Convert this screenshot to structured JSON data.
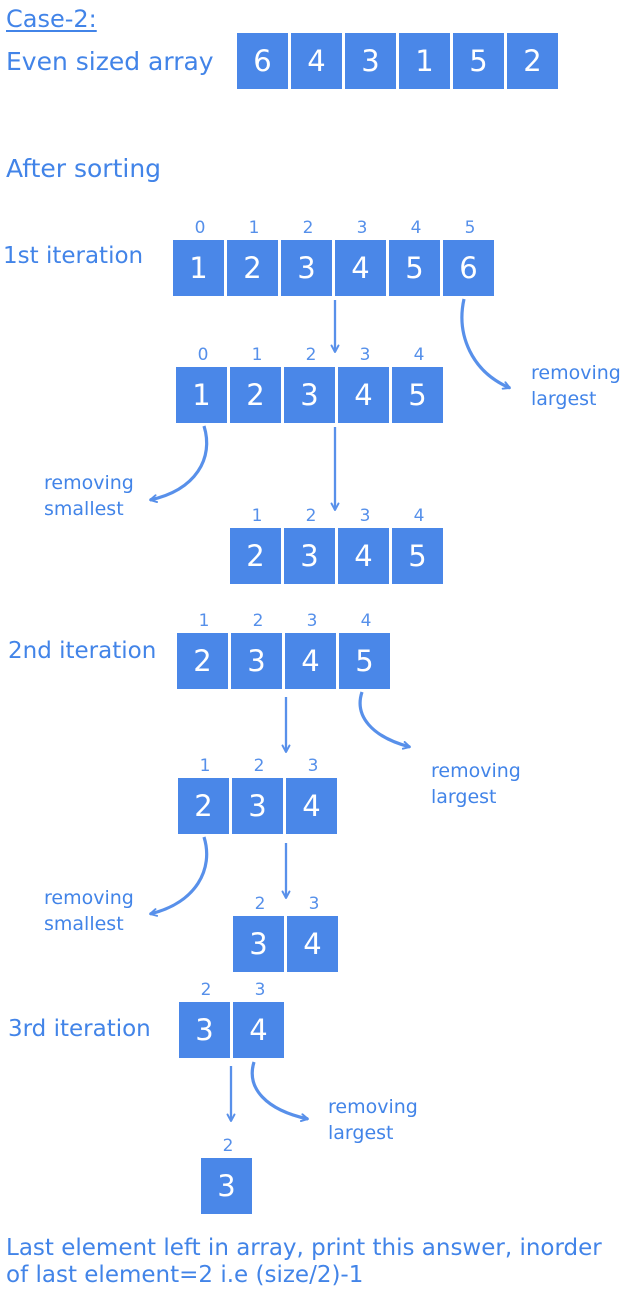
{
  "colors": {
    "cell_fill": "#4a87e8",
    "cell_text": "#ffffff",
    "label_text": "#4284e8",
    "index_text": "#5690ea",
    "arrow": "#5890ea"
  },
  "labels": {
    "case_title": "Case-2:",
    "array_type": "Even sized array",
    "after_sorting": "After sorting",
    "iteration1": "1st iteration",
    "iteration2": "2nd iteration",
    "iteration3": "3rd iteration",
    "removing_largest": "removing largest",
    "removing_smallest": "removing smallest",
    "footer_line1": "Last element left in array, print this answer, inorder",
    "footer_line2": "of last element=2 i.e (size/2)-1"
  },
  "arrays": {
    "initial": {
      "values": [
        6,
        4,
        3,
        1,
        5,
        2
      ]
    },
    "iter1_sorted": {
      "indices": [
        0,
        1,
        2,
        3,
        4,
        5
      ],
      "values": [
        1,
        2,
        3,
        4,
        5,
        6
      ]
    },
    "iter1_after_largest": {
      "indices": [
        0,
        1,
        2,
        3,
        4
      ],
      "values": [
        1,
        2,
        3,
        4,
        5
      ]
    },
    "iter1_result": {
      "indices": [
        1,
        2,
        3,
        4
      ],
      "values": [
        2,
        3,
        4,
        5
      ]
    },
    "iter2_start": {
      "indices": [
        1,
        2,
        3,
        4
      ],
      "values": [
        2,
        3,
        4,
        5
      ]
    },
    "iter2_after_largest": {
      "indices": [
        1,
        2,
        3
      ],
      "values": [
        2,
        3,
        4
      ]
    },
    "iter2_result": {
      "indices": [
        2,
        3
      ],
      "values": [
        3,
        4
      ]
    },
    "iter3_start": {
      "indices": [
        2,
        3
      ],
      "values": [
        3,
        4
      ]
    },
    "iter3_result": {
      "indices": [
        2
      ],
      "values": [
        3
      ]
    }
  }
}
